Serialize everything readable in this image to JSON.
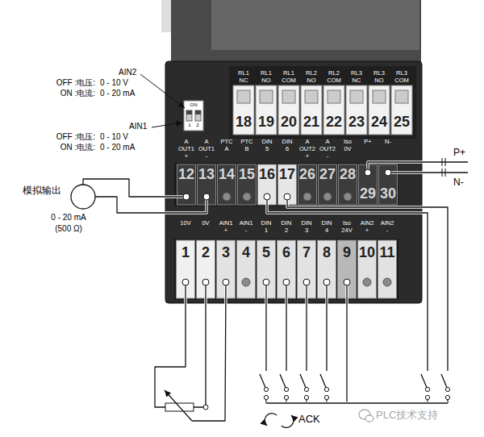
{
  "diagram": {
    "nodes": [
      {
        "text": [
          "RL1 NC",
          "18"
        ]
      },
      {
        "text": [
          "RL1 NO",
          "19"
        ]
      },
      {
        "text": [
          "RL1 COM",
          "20"
        ]
      },
      {
        "text": [
          "RL2 NO",
          "21"
        ]
      },
      {
        "text": [
          "RL2 COM",
          "22"
        ]
      },
      {
        "text": [
          "RL3 NC",
          "23"
        ]
      },
      {
        "text": [
          "RL3 NO",
          "24"
        ]
      },
      {
        "text": [
          "RL3 COM",
          "25"
        ]
      },
      {
        "text": [
          "A OUT1 +",
          "12"
        ]
      },
      {
        "text": [
          "A OUT1 -",
          "13"
        ]
      },
      {
        "text": [
          "PTC A",
          "14"
        ]
      },
      {
        "text": [
          "PTC B",
          "15"
        ]
      },
      {
        "text": [
          "DIN 5",
          "16"
        ]
      },
      {
        "text": [
          "DIN 6",
          "17"
        ]
      },
      {
        "text": [
          "A OUT2 +",
          "26"
        ]
      },
      {
        "text": [
          "A OUT2 -",
          "27"
        ]
      },
      {
        "text": [
          "Iso 0V",
          "28"
        ]
      },
      {
        "text": [
          "P+",
          "29"
        ]
      },
      {
        "text": [
          "N-",
          "30"
        ]
      },
      {
        "text": [
          "10V",
          "1"
        ]
      },
      {
        "text": [
          "0V",
          "2"
        ]
      },
      {
        "text": [
          "AIN1 +",
          "3"
        ]
      },
      {
        "text": [
          "AIN1 -",
          "4"
        ]
      },
      {
        "text": [
          "DIN 1",
          "5"
        ]
      },
      {
        "text": [
          "DIN 2",
          "6"
        ]
      },
      {
        "text": [
          "DIN 3",
          "7"
        ]
      },
      {
        "text": [
          "DIN 4",
          "8"
        ]
      },
      {
        "text": [
          "Iso 24V",
          "9"
        ]
      },
      {
        "text": [
          "AIN2 +",
          "10"
        ]
      },
      {
        "text": [
          "AIN2 -",
          "11"
        ]
      }
    ],
    "labels": [
      "AIN2",
      "OFF :电压:",
      "0 - 10 V",
      "ON :电流:",
      "0 - 20 mA",
      "AIN1",
      "OFF :电压:",
      "0 - 10 V",
      "ON :电流:",
      "0 - 20 mA",
      "ON",
      "1",
      "2",
      "模拟输出",
      "0 - 20 mA",
      "(500 Ω)",
      "P+",
      "N-",
      "ACK",
      "PLC技术支持"
    ]
  }
}
